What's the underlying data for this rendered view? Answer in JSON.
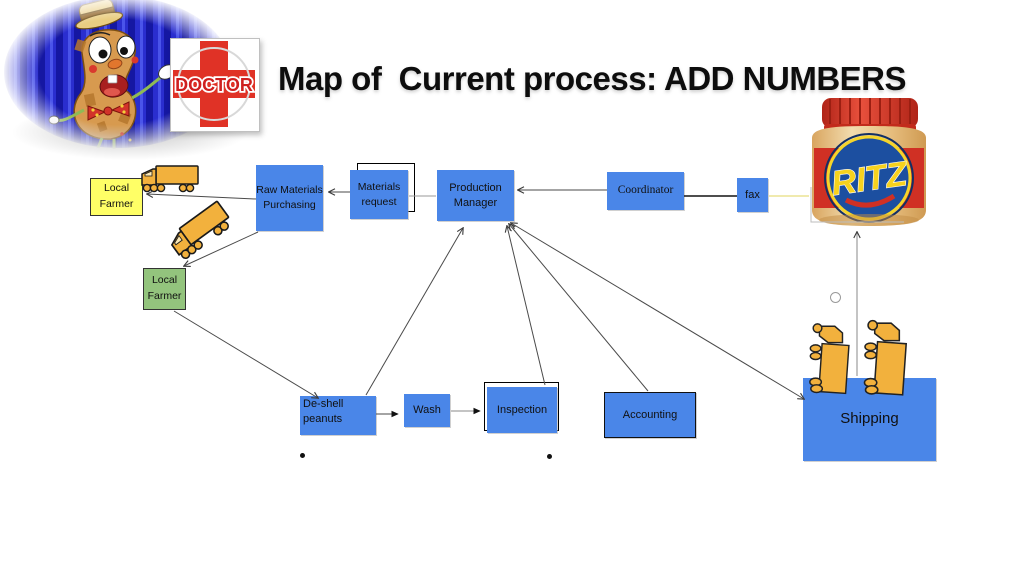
{
  "slide": {
    "title": "Map of  Current process: ADD NUMBERS"
  },
  "clipart": {
    "doctor_badge_label": "DOCTOR",
    "ritz_jar_label": "RITZ"
  },
  "nodes": {
    "farmer_yellow": "Local Farmer",
    "farmer_green": "Local Farmer",
    "raw_materials": "Raw Materials Purchasing",
    "materials_request": "Materials request",
    "production_manager": "Production Manager",
    "coordinator": "Coordinator",
    "fax": "fax",
    "deshell": "De-shell peanuts",
    "wash": "Wash",
    "inspection": "Inspection",
    "accounting": "Accounting",
    "shipping": "Shipping"
  },
  "colors": {
    "process_box_blue": "#4a86e8",
    "farmer_yellow": "#ffff66",
    "farmer_green": "#93c47d",
    "clipart_orange": "#f2b13d",
    "title_text": "#0d0d0d"
  }
}
